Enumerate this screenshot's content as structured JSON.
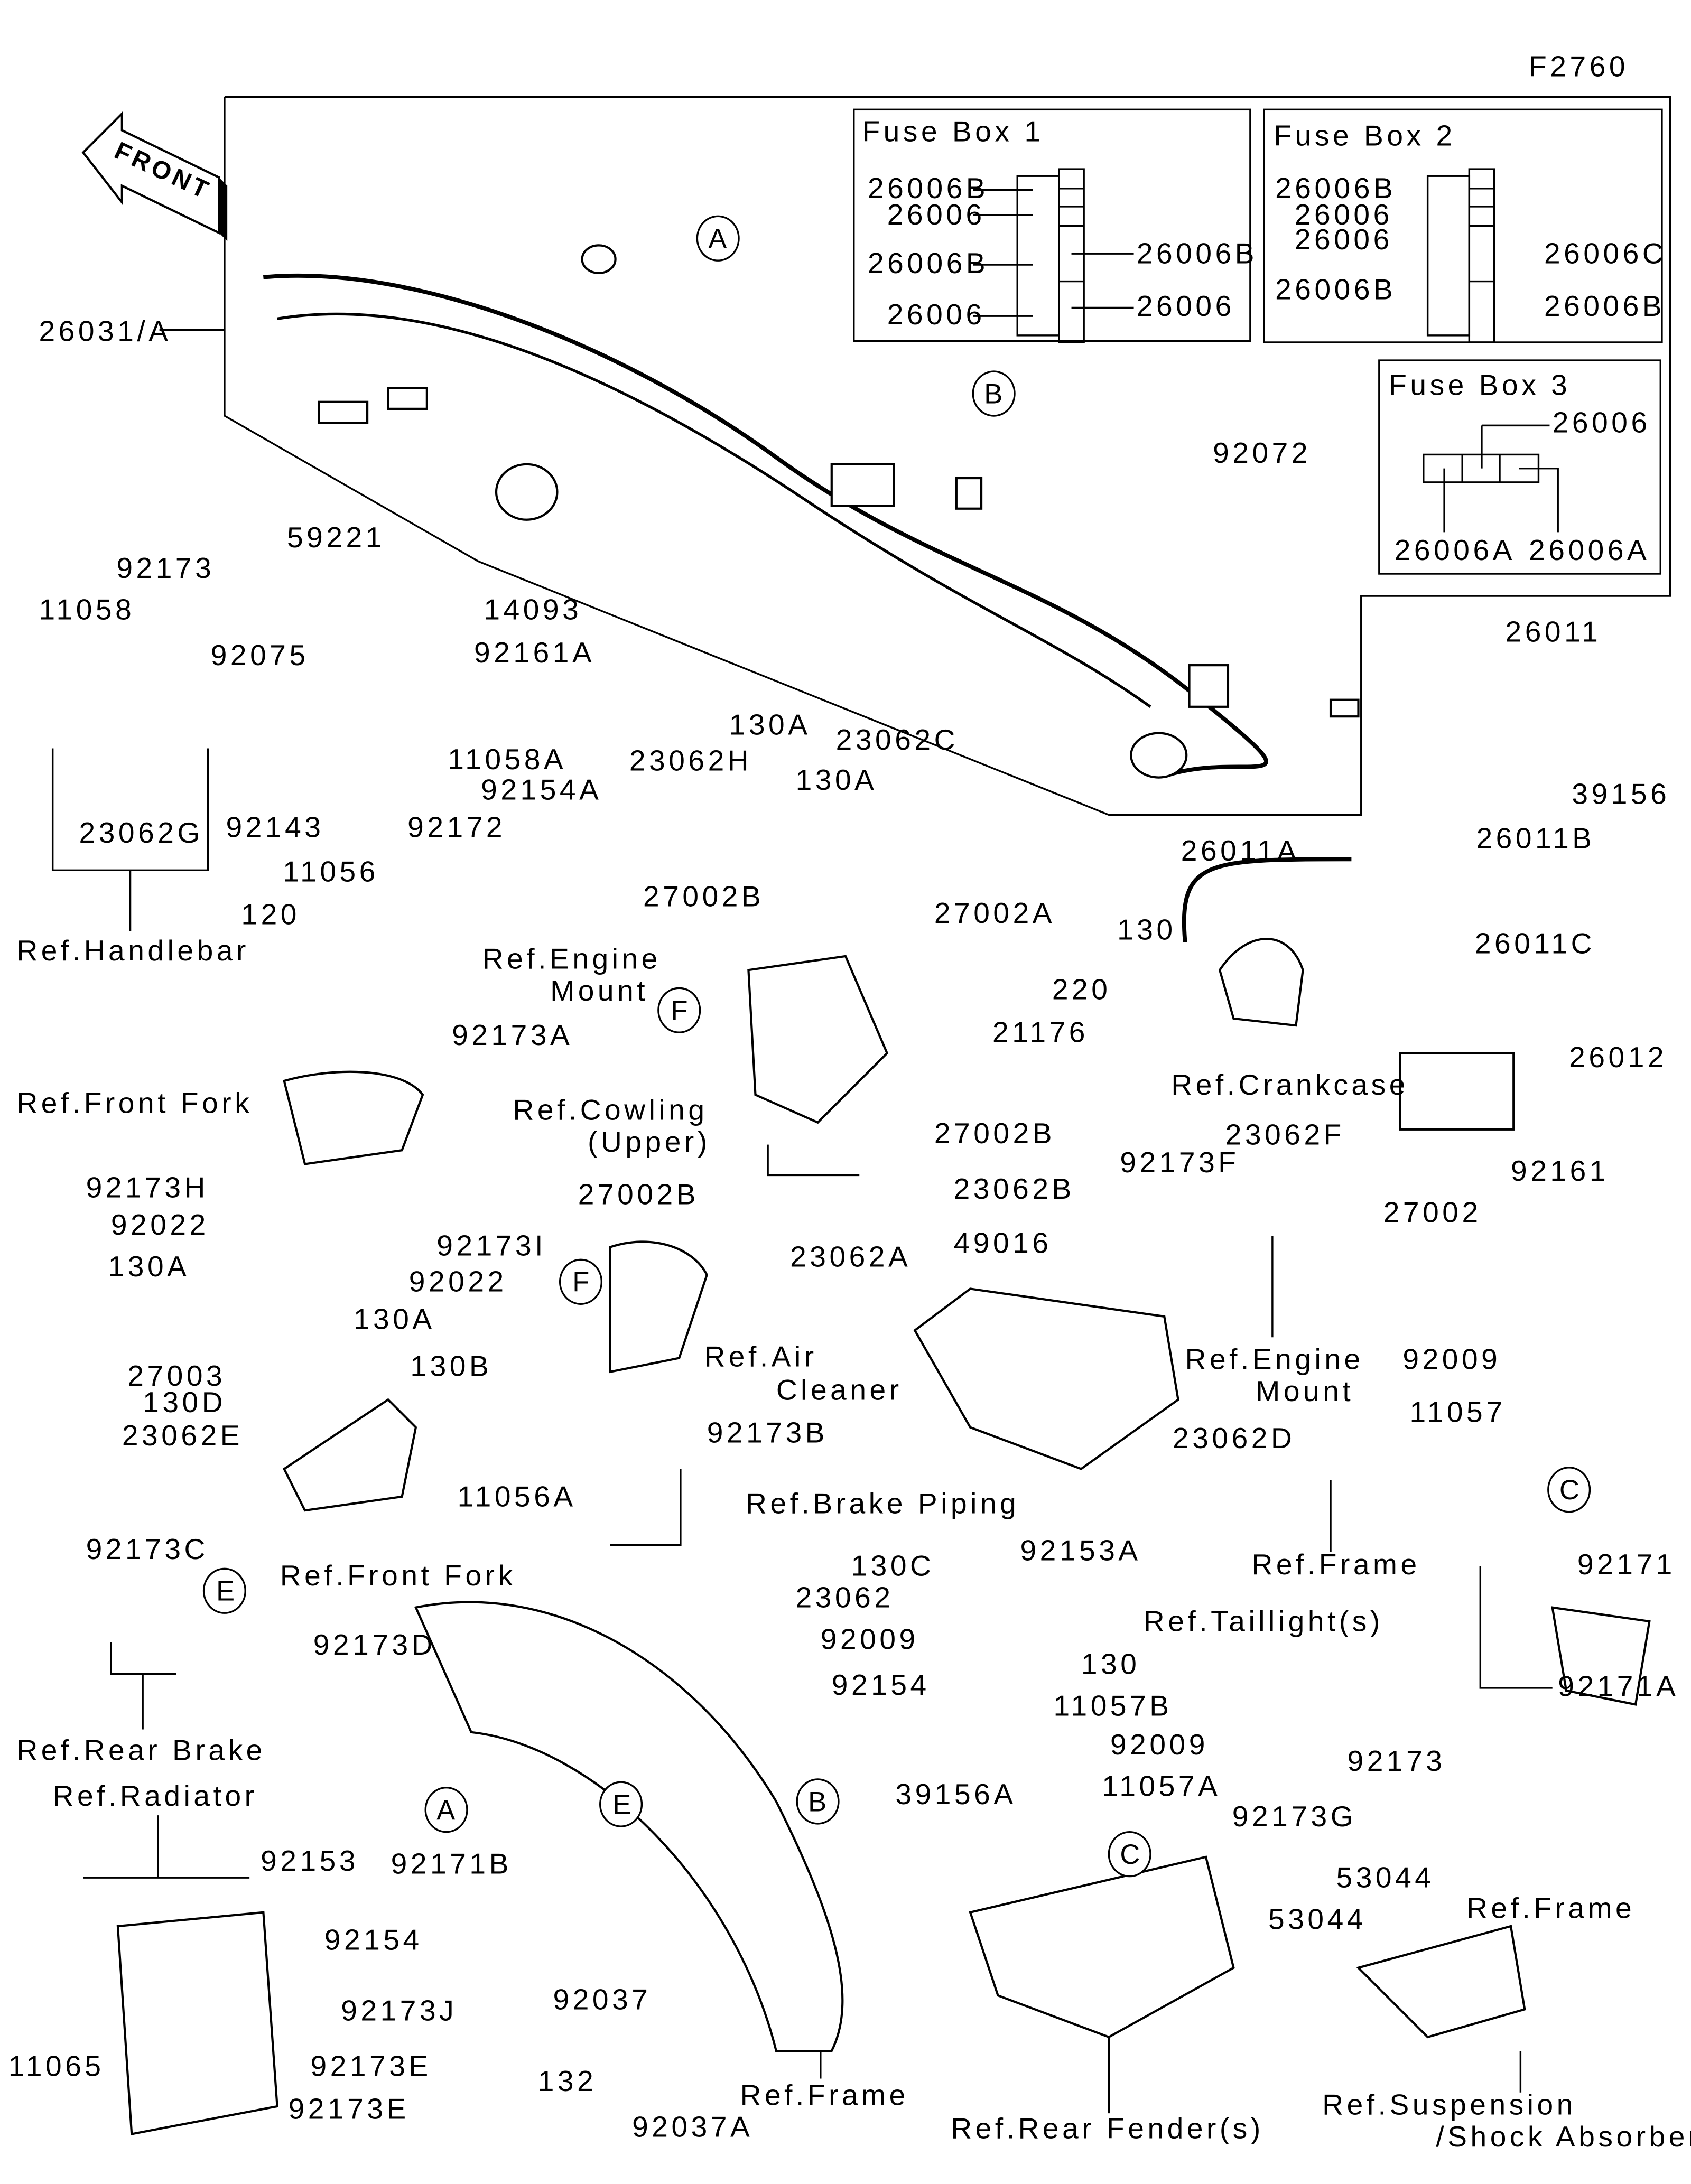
{
  "figure_code": "F2760",
  "front_arrow": "FRONT",
  "fuse_box_1": {
    "title": "Fuse Box 1",
    "left": [
      "26006B",
      "26006",
      "26006B",
      "26006"
    ],
    "right": [
      "26006B",
      "26006"
    ]
  },
  "fuse_box_2": {
    "title": "Fuse Box 2",
    "left": [
      "26006B",
      "26006",
      "26006",
      "26006B"
    ],
    "right": [
      "26006C",
      "26006B"
    ]
  },
  "fuse_box_3": {
    "title": "Fuse Box 3",
    "top": "26006",
    "bottom": [
      "26006A",
      "26006A"
    ]
  },
  "callouts": [
    "A",
    "B",
    "F",
    "F",
    "E",
    "C",
    "A",
    "E",
    "B",
    "C"
  ],
  "labels": [
    "26031/A",
    "92072",
    "59221",
    "92173",
    "11058",
    "14093",
    "92075",
    "92161A",
    "11058A",
    "92154A",
    "92143",
    "92172",
    "23062G",
    "Ref.Handlebar",
    "11056",
    "120",
    "Ref.Engine",
    "Mount",
    "92173A",
    "130A",
    "23062H",
    "23062C",
    "130A",
    "27002B",
    "27002A",
    "220",
    "21176",
    "26011",
    "39156",
    "26011B",
    "26011A",
    "130",
    "26011C",
    "26012",
    "Ref.Crankcase",
    "Ref.Front Fork",
    "92173H",
    "92022",
    "130A",
    "92173I",
    "92022",
    "130A",
    "Ref.Cowling",
    "(Upper)",
    "27002B",
    "23062B",
    "27002B",
    "23062A",
    "49016",
    "Ref.Air",
    "Cleaner",
    "92173F",
    "23062F",
    "27002",
    "92161",
    "Ref.Engine",
    "Mount",
    "92009",
    "11057",
    "27003",
    "130B",
    "130D",
    "23062E",
    "92173B",
    "11056A",
    "Ref.Brake Piping",
    "Ref.Front Fork",
    "23062D",
    "92153A",
    "Ref.Frame",
    "92173C",
    "Ref.Rear Brake",
    "Ref.Radiator",
    "130C",
    "23062",
    "92171",
    "Ref.Taillight(s)",
    "92173D",
    "92009",
    "130",
    "11057B",
    "92154",
    "92009",
    "11057A",
    "92173G",
    "92173",
    "92171A",
    "92153",
    "92171B",
    "92154",
    "39156A",
    "53044",
    "53044",
    "Ref.Frame",
    "92173J",
    "92037",
    "11065",
    "92173E",
    "92173E",
    "132",
    "92037A",
    "Ref.Frame",
    "Ref.Rear Fender(s)",
    "Ref.Suspension",
    "/Shock Absorber"
  ]
}
